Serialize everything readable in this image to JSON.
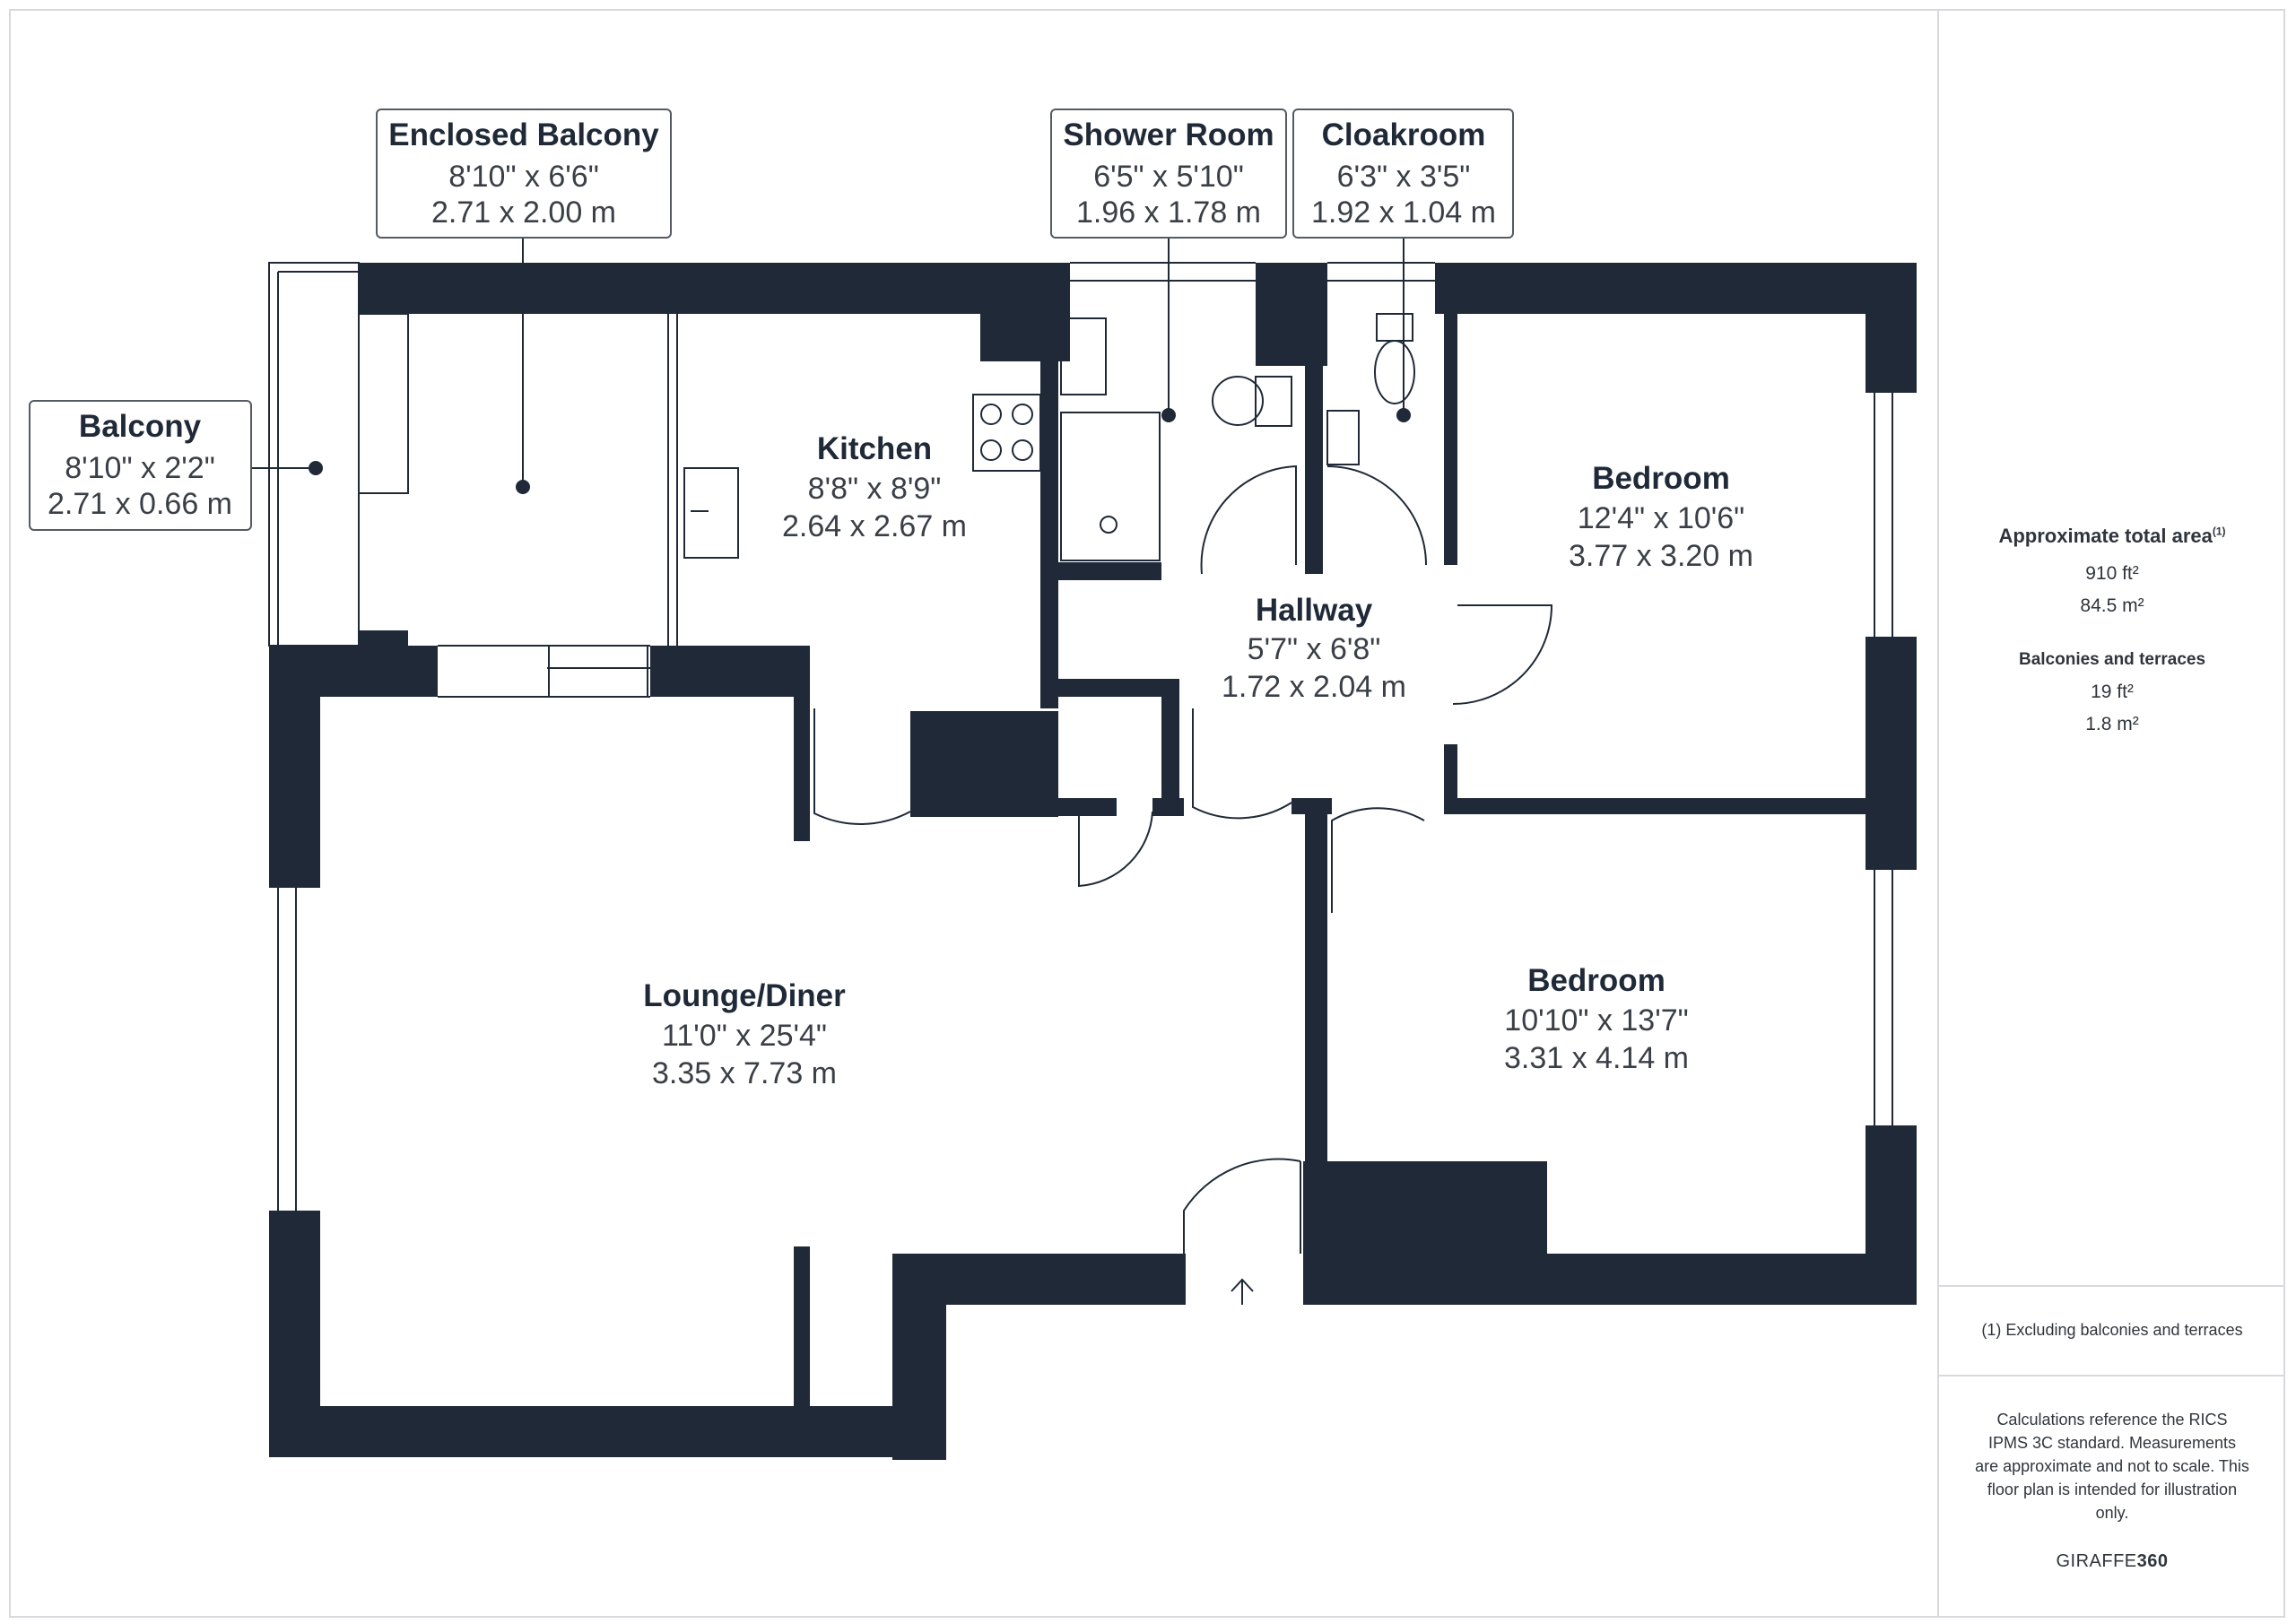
{
  "colors": {
    "wall": "#1f2937",
    "fixture": "#1f2937",
    "frame": "#d7d9dd",
    "text": "#30353d"
  },
  "rooms": {
    "enclosed_balcony": {
      "name": "Enclosed Balcony",
      "imperial": "8'10\" x 6'6\"",
      "metric": "2.71 x 2.00 m"
    },
    "shower_room": {
      "name": "Shower Room",
      "imperial": "6'5\" x 5'10\"",
      "metric": "1.96 x 1.78 m"
    },
    "cloakroom": {
      "name": "Cloakroom",
      "imperial": "6'3\" x 3'5\"",
      "metric": "1.92 x 1.04 m"
    },
    "balcony": {
      "name": "Balcony",
      "imperial": "8'10\" x 2'2\"",
      "metric": "2.71 x 0.66 m"
    },
    "kitchen": {
      "name": "Kitchen",
      "imperial": "8'8\" x 8'9\"",
      "metric": "2.64 x 2.67 m"
    },
    "bedroom_1": {
      "name": "Bedroom",
      "imperial": "12'4\" x 10'6\"",
      "metric": "3.77 x 3.20 m"
    },
    "hallway": {
      "name": "Hallway",
      "imperial": "5'7\" x 6'8\"",
      "metric": "1.72 x 2.04 m"
    },
    "lounge": {
      "name": "Lounge/Diner",
      "imperial": "11'0\" x 25'4\"",
      "metric": "3.35 x 7.73 m"
    },
    "bedroom_2": {
      "name": "Bedroom",
      "imperial": "10'10\" x 13'7\"",
      "metric": "3.31 x 4.14 m"
    }
  },
  "summary": {
    "total_title": "Approximate total area",
    "total_sup": "(1)",
    "total_ft": "910 ft²",
    "total_m": "84.5 m²",
    "balcony_title": "Balconies and terraces",
    "balcony_ft": "19 ft²",
    "balcony_m": "1.8 m²",
    "footnote": "(1) Excluding balconies and terraces",
    "disclaimer": "Calculations reference the RICS IPMS 3C standard. Measurements are approximate and not to scale. This floor plan is intended for illustration only.",
    "brand_light": "GIRAFFE",
    "brand_bold": "360"
  }
}
